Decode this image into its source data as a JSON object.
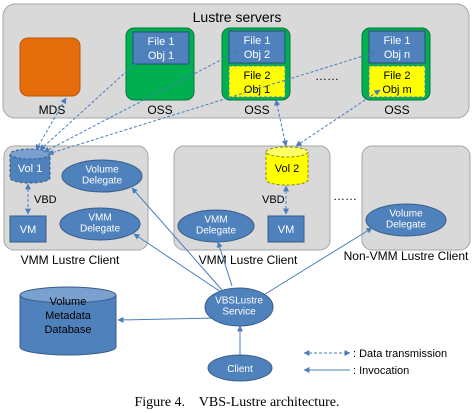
{
  "servers": {
    "title": "Lustre servers",
    "mds_label": "MDS",
    "oss_label": "OSS",
    "ellipsis": "……",
    "oss1": {
      "file": "File 1",
      "obj": "Obj 1"
    },
    "oss2": {
      "file_a": "File 1",
      "obj_a": "Obj 2",
      "file_b": "File 2",
      "obj_b": "Obj 1"
    },
    "oss3": {
      "file_a": "File 1",
      "obj_a": "Obj n",
      "file_b": "File 2",
      "obj_b": "Obj m"
    }
  },
  "clients": {
    "vmm1": {
      "vol": "Vol 1",
      "vbd": "VBD",
      "vm": "VM",
      "vol_delegate": "Volume\nDelegate",
      "vmm_delegate": "VMM\nDelegate",
      "label": "VMM Lustre Client"
    },
    "vmm2": {
      "vol": "Vol 2",
      "vbd": "VBD",
      "vm": "VM",
      "vmm_delegate": "VMM\nDelegate",
      "label": "VMM Lustre Client"
    },
    "ellipsis": "……",
    "nonvmm": {
      "vol_delegate": "Volume\nDelegate",
      "label": "Non-VMM Lustre Client"
    }
  },
  "database": "Volume\nMetadata\nDatabase",
  "service": "VBSLustre\nService",
  "client": "Client",
  "legend": {
    "data_transmission": ": Data transmission",
    "invocation": ": Invocation"
  },
  "caption": "Figure 4.    VBS-Lustre architecture.",
  "colors": {
    "blue_fill": "#4f81bd",
    "blue_stroke": "#385d8a",
    "green": "#00b050",
    "orange": "#e46c0a",
    "yellow": "#ffff00",
    "panel": "#d9d9d9",
    "arrow": "#4a7ebb"
  }
}
